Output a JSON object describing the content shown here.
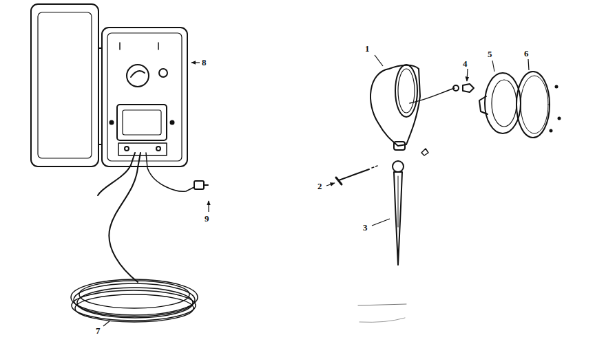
{
  "diagram": {
    "labels": [
      "8",
      "1",
      "4",
      "5",
      "6",
      "2",
      "9",
      "3",
      "7"
    ]
  }
}
